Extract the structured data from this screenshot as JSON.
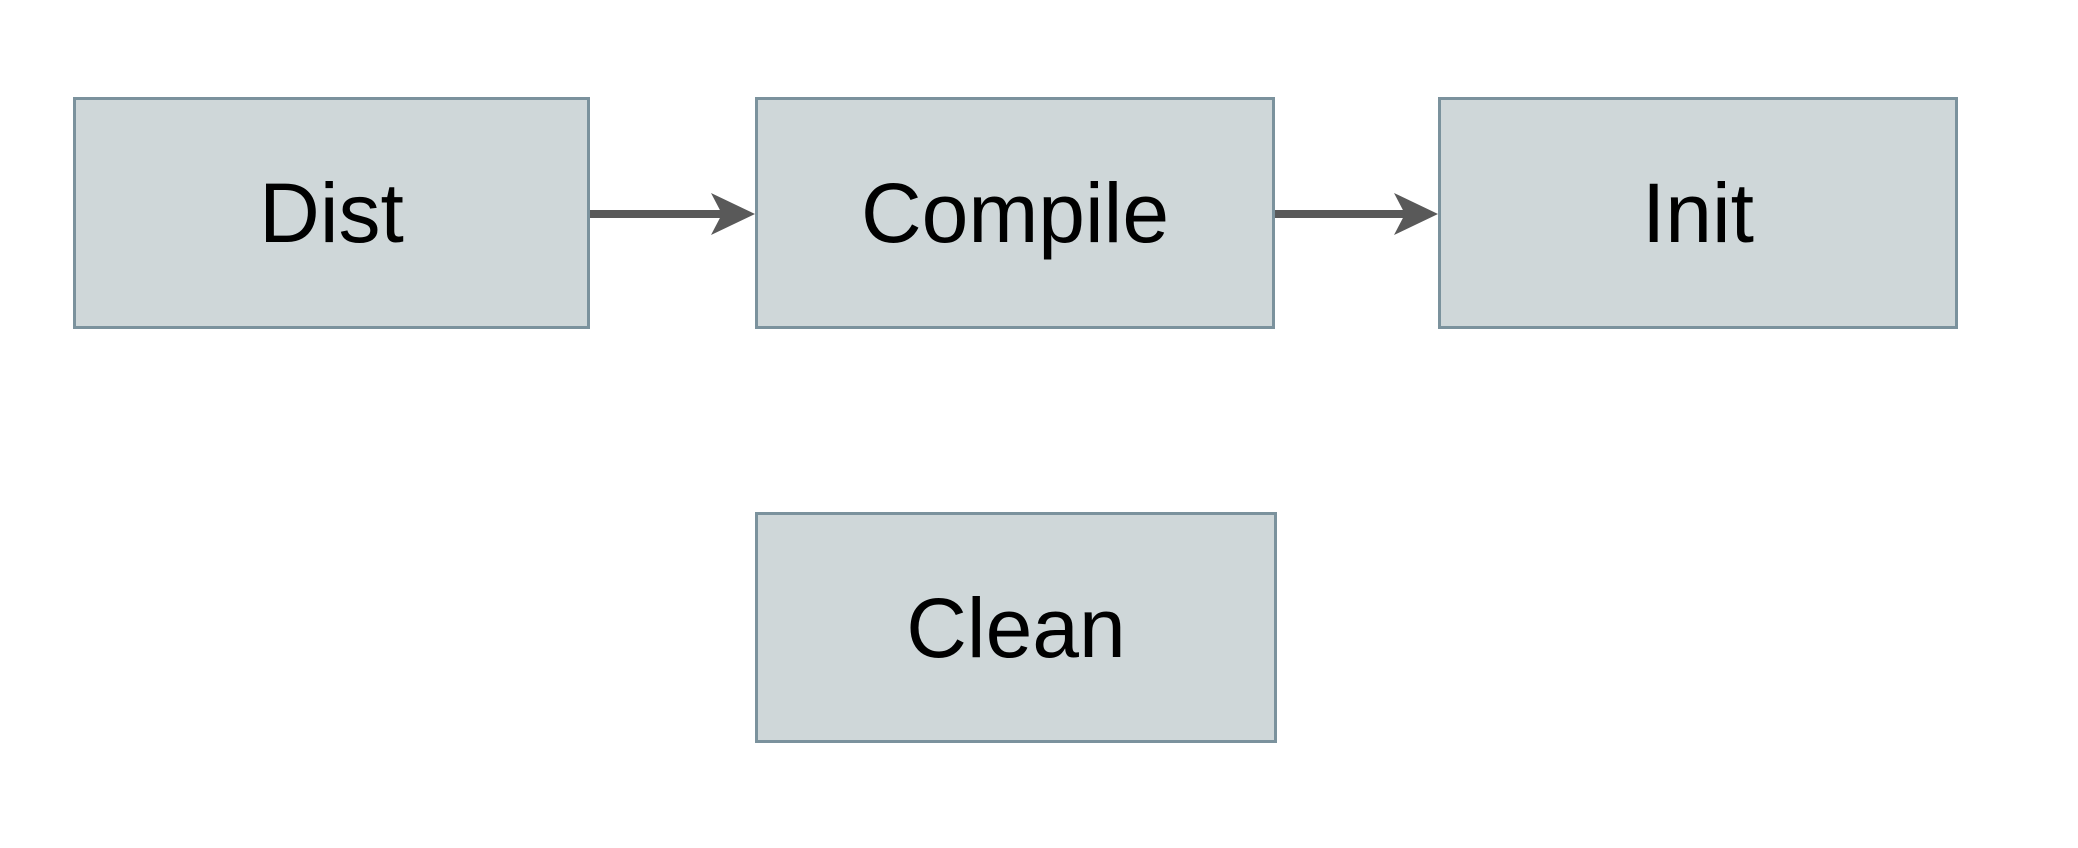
{
  "diagram": {
    "type": "flowchart",
    "nodes": [
      {
        "id": "dist",
        "label": "Dist"
      },
      {
        "id": "compile",
        "label": "Compile"
      },
      {
        "id": "init",
        "label": "Init"
      },
      {
        "id": "clean",
        "label": "Clean"
      }
    ],
    "edges": [
      {
        "from": "dist",
        "to": "compile",
        "style": "arrow-right"
      },
      {
        "from": "compile",
        "to": "init",
        "style": "arrow-right"
      }
    ],
    "colors": {
      "background": "#ffffff",
      "node_fill": "#cfd7d9",
      "node_border": "#7b929d",
      "arrow": "#595959",
      "text": "#000000"
    }
  }
}
